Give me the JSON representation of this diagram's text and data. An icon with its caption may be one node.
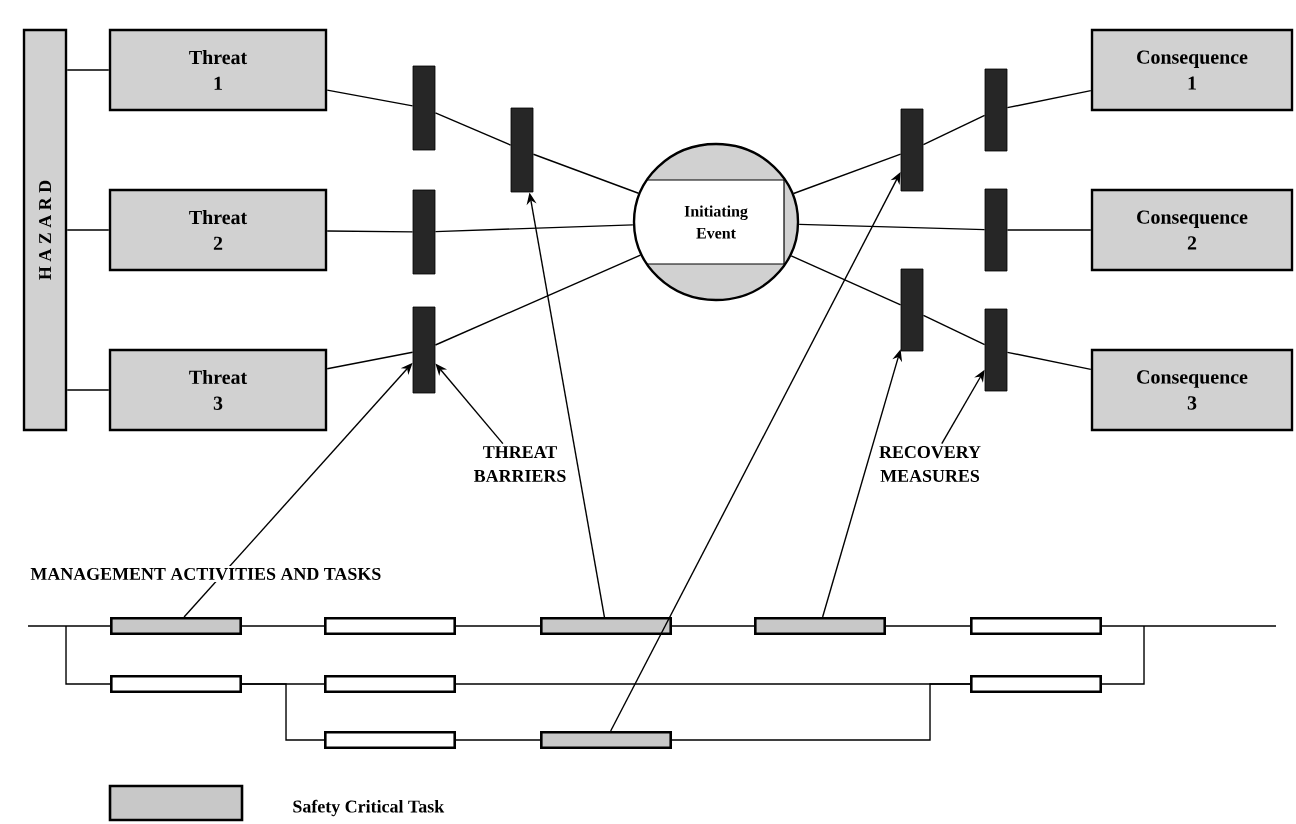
{
  "diagram": {
    "nodes": [
      {
        "text": [
          "H A Z A R D"
        ]
      },
      {
        "text": [
          "Threat 1"
        ]
      },
      {
        "text": [
          "Threat 2"
        ]
      },
      {
        "text": [
          "Threat 3"
        ]
      },
      {
        "text": [],
        "shape": "bar"
      },
      {
        "text": [],
        "shape": "bar"
      },
      {
        "text": [],
        "shape": "bar"
      },
      {
        "text": [],
        "shape": "bar"
      },
      {
        "text": [
          "Initiating Event"
        ]
      },
      {
        "text": [],
        "shape": "bar"
      },
      {
        "text": [],
        "shape": "bar"
      },
      {
        "text": [],
        "shape": "bar"
      },
      {
        "text": [],
        "shape": "bar"
      },
      {
        "text": [],
        "shape": "bar"
      },
      {
        "text": [
          "Consequence 1"
        ]
      },
      {
        "text": [
          "Consequence 2"
        ]
      },
      {
        "text": [
          "Consequence 3"
        ]
      },
      {
        "text": [
          "THREAT BARRIERS"
        ]
      },
      {
        "text": [
          "RECOVERY MEASURES"
        ]
      },
      {
        "text": [],
        "shape": "box"
      },
      {
        "text": [],
        "shape": "box"
      },
      {
        "text": [],
        "shape": "box"
      },
      {
        "text": [],
        "shape": "box"
      },
      {
        "text": [],
        "shape": "box"
      },
      {
        "text": [],
        "shape": "box"
      },
      {
        "text": [],
        "shape": "box"
      },
      {
        "text": [],
        "shape": "box"
      },
      {
        "text": [],
        "shape": "box"
      },
      {
        "text": [],
        "shape": "box"
      }
    ],
    "edges": [
      {
        "from": 0,
        "to": 1,
        "arrow": "none"
      },
      {
        "from": 0,
        "to": 2,
        "arrow": "none"
      },
      {
        "from": 0,
        "to": 3,
        "arrow": "none"
      },
      {
        "from": 1,
        "to": 4,
        "arrow": "none"
      },
      {
        "from": 4,
        "to": 5,
        "arrow": "none"
      },
      {
        "from": 5,
        "to": 8,
        "arrow": "none"
      },
      {
        "from": 2,
        "to": 6,
        "arrow": "none"
      },
      {
        "from": 6,
        "to": 8,
        "arrow": "none"
      },
      {
        "from": 3,
        "to": 7,
        "arrow": "none"
      },
      {
        "from": 7,
        "to": 8,
        "arrow": "none"
      },
      {
        "from": 8,
        "to": 9,
        "arrow": "none"
      },
      {
        "from": 9,
        "to": 10,
        "arrow": "none"
      },
      {
        "from": 10,
        "to": 14,
        "arrow": "none"
      },
      {
        "from": 8,
        "to": 11,
        "arrow": "none"
      },
      {
        "from": 11,
        "to": 15,
        "arrow": "none"
      },
      {
        "from": 8,
        "to": 12,
        "arrow": "none"
      },
      {
        "from": 12,
        "to": 13,
        "arrow": "none"
      },
      {
        "from": 13,
        "to": 16,
        "arrow": "none"
      },
      {
        "from": 17,
        "to": 7,
        "arrow": "to"
      },
      {
        "from": 18,
        "to": 13,
        "arrow": "to"
      },
      {
        "from": 19,
        "to": 7,
        "arrow": "to"
      },
      {
        "from": 21,
        "to": 5,
        "arrow": "to"
      },
      {
        "from": 28,
        "to": 9,
        "arrow": "to"
      },
      {
        "from": 22,
        "to": 12,
        "arrow": "to"
      },
      {
        "from": null,
        "to": 19,
        "arrow": "none"
      },
      {
        "from": 19,
        "to": 20,
        "arrow": "none"
      },
      {
        "from": 20,
        "to": 21,
        "arrow": "none"
      },
      {
        "from": 21,
        "to": 22,
        "arrow": "none"
      },
      {
        "from": 22,
        "to": 23,
        "arrow": "none"
      },
      {
        "from": 23,
        "to": null,
        "arrow": "none"
      },
      {
        "from": 24,
        "to": 25,
        "arrow": "none"
      },
      {
        "from": 25,
        "to": 26,
        "arrow": "none"
      },
      {
        "from": 27,
        "to": 28,
        "arrow": "none"
      },
      {
        "from": null,
        "to": 24,
        "arrow": "none"
      },
      {
        "from": 26,
        "to": null,
        "arrow": "none"
      },
      {
        "from": 24,
        "to": 27,
        "arrow": "none"
      },
      {
        "from": 28,
        "to": 26,
        "arrow": "none"
      }
    ],
    "labels": [
      "MANAGEMENT ACTIVITIES AND TASKS"
    ],
    "legend": [
      {
        "text": "Safety Critical Task",
        "color": "#c8c8c8"
      }
    ]
  }
}
